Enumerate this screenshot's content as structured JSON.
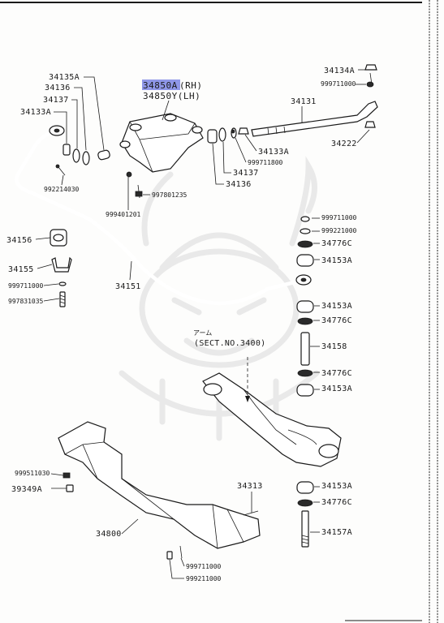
{
  "labels": {
    "p34850A": "34850A",
    "p34850A_suffix": "(RH)",
    "p34850Y": "34850Y(LH)",
    "p34135A": "34135A",
    "p34136_l": "34136",
    "p34137_l": "34137",
    "p34133A_l": "34133A",
    "p34134A": "34134A",
    "p999711000_t": "999711000",
    "p34131": "34131",
    "p34222": "34222",
    "p34133A_r": "34133A",
    "p999711800": "999711800",
    "p34137_r": "34137",
    "p34136_r": "34136",
    "p992214030": "992214030",
    "p997801235": "997801235",
    "p999401201": "999401201",
    "p34156": "34156",
    "p34155": "34155",
    "p999711000_l": "999711000",
    "p997831035": "997831035",
    "p34151": "34151",
    "p999711000_r": "999711000",
    "p999221000": "999221000",
    "p34776C_1": "34776C",
    "p34153A_1": "34153A",
    "p34153A_2": "34153A",
    "p34776C_2": "34776C",
    "arm_jp": "アーム",
    "sect": "(SECT.NO.3400)",
    "p34158": "34158",
    "p34776C_3": "34776C",
    "p34153A_3": "34153A",
    "p999511030": "999511030",
    "p39349A": "39349A",
    "p34313": "34313",
    "p34153A_4": "34153A",
    "p34776C_4": "34776C",
    "p34800": "34800",
    "p34157A": "34157A",
    "p999711000_b": "999711000",
    "p999211000_b": "999211000"
  },
  "colors": {
    "highlight": "#8f97e8",
    "ink": "#1a1a1a",
    "watermark": "#e7e7e7"
  }
}
